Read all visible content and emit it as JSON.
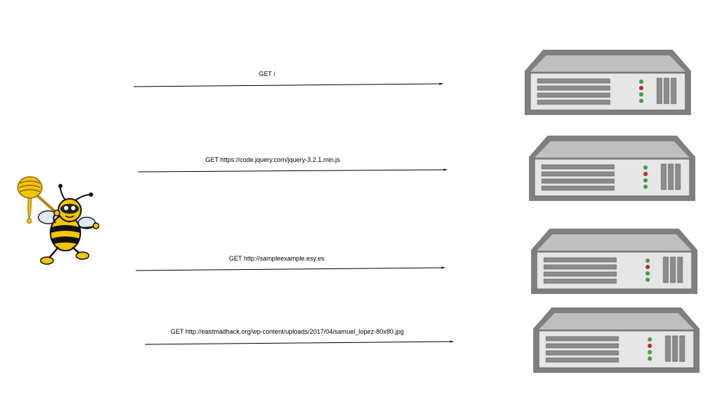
{
  "requests": [
    {
      "label": "GET /"
    },
    {
      "label": "GET https://code.jquery.com/jquery-3.2.1.min.js"
    },
    {
      "label": "GET http://sampleexample.esy.es"
    },
    {
      "label": "GET  http://eastmadhack.org/wp-content/uploads/2017/04/samuel_lopez-80x80.jpg"
    }
  ],
  "client": {
    "icon": "bee-with-honey-dipper-icon"
  },
  "servers": {
    "icon": "server-rack-icon",
    "count": 4
  },
  "colors": {
    "server_outer": "#7f7f7f",
    "server_body": "#e6e6e6",
    "server_top": "#bfbfbf",
    "led_green": "#4a9a4a",
    "led_red": "#b03030",
    "bee_yellow": "#f5c400",
    "bee_black": "#111111"
  }
}
